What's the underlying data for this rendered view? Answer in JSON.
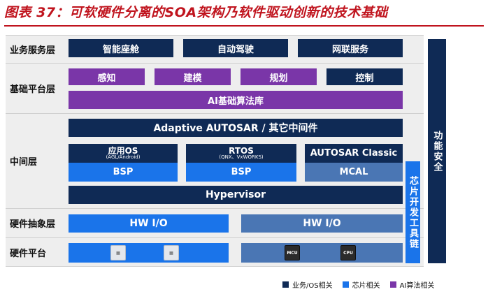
{
  "title": "图表 37：可软硬件分离的SOA架构乃软件驱动创新的技术基础",
  "layers": {
    "business": "业务服务层",
    "platform": "基础平台层",
    "middleware": "中间层",
    "hal": "硬件抽象层",
    "hardware": "硬件平台"
  },
  "business_services": [
    "智能座舱",
    "自动驾驶",
    "网联服务"
  ],
  "ai_modules": [
    "感知",
    "建模",
    "规划",
    "控制"
  ],
  "ai_library": "AI基础算法库",
  "adaptive": "Adaptive AUTOSAR / 其它中间件",
  "os": {
    "app_os": "应用OS",
    "app_os_sub": "(AGL/Android)",
    "rtos": "RTOS",
    "rtos_sub": "(QNX、VxWORKS)",
    "autosar_classic": "AUTOSAR Classic"
  },
  "bsp_1": "BSP",
  "bsp_2": "BSP",
  "mcal": "MCAL",
  "hypervisor": "Hypervisor",
  "hw_io_1": "HW I/O",
  "hw_io_2": "HW I/O",
  "chips": {
    "mcu": "MCU",
    "cpu": "CPU"
  },
  "chip_toolchain": "芯片开发工具链",
  "functional_safety": "功能安全",
  "legend": [
    {
      "label": "业务/OS相关",
      "color": "#0f2a55"
    },
    {
      "label": "芯片相关",
      "color": "#1a74ea"
    },
    {
      "label": "AI算法相关",
      "color": "#7a36a8"
    }
  ]
}
